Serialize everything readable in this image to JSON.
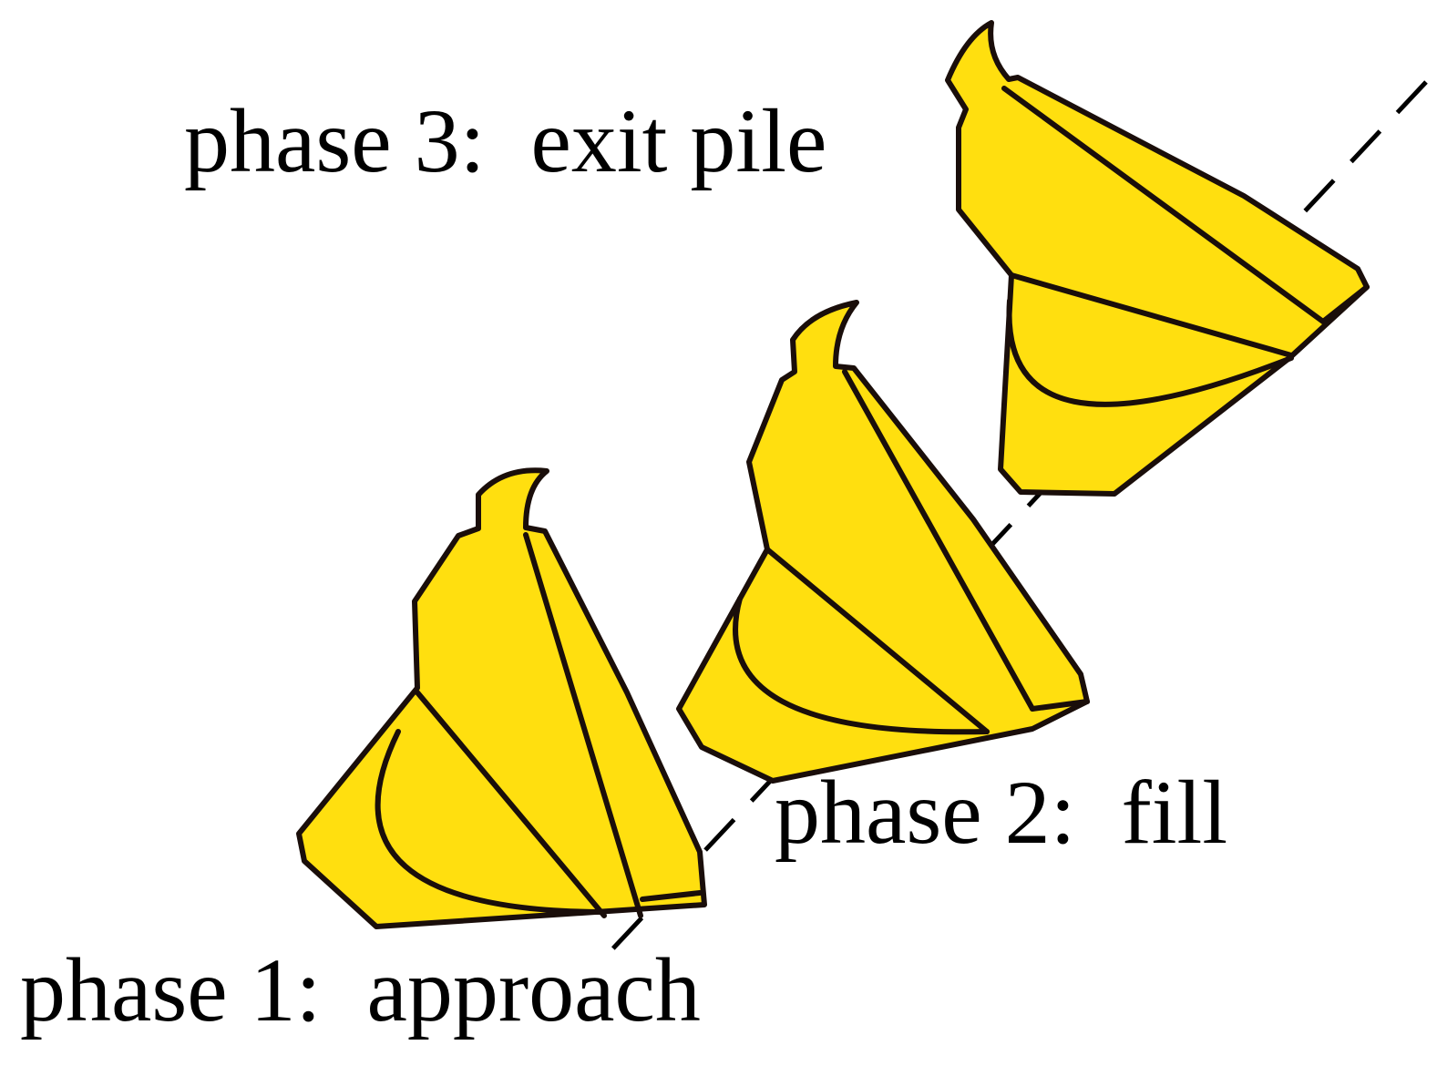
{
  "colors": {
    "bucket_fill": "#ffdf0f",
    "bucket_outline": "#1a0e0a",
    "trajectory": "#000000"
  },
  "phases": [
    {
      "label": "phase 1:  approach"
    },
    {
      "label": "phase 2:  fill"
    },
    {
      "label": "phase 3:  exit pile"
    }
  ]
}
